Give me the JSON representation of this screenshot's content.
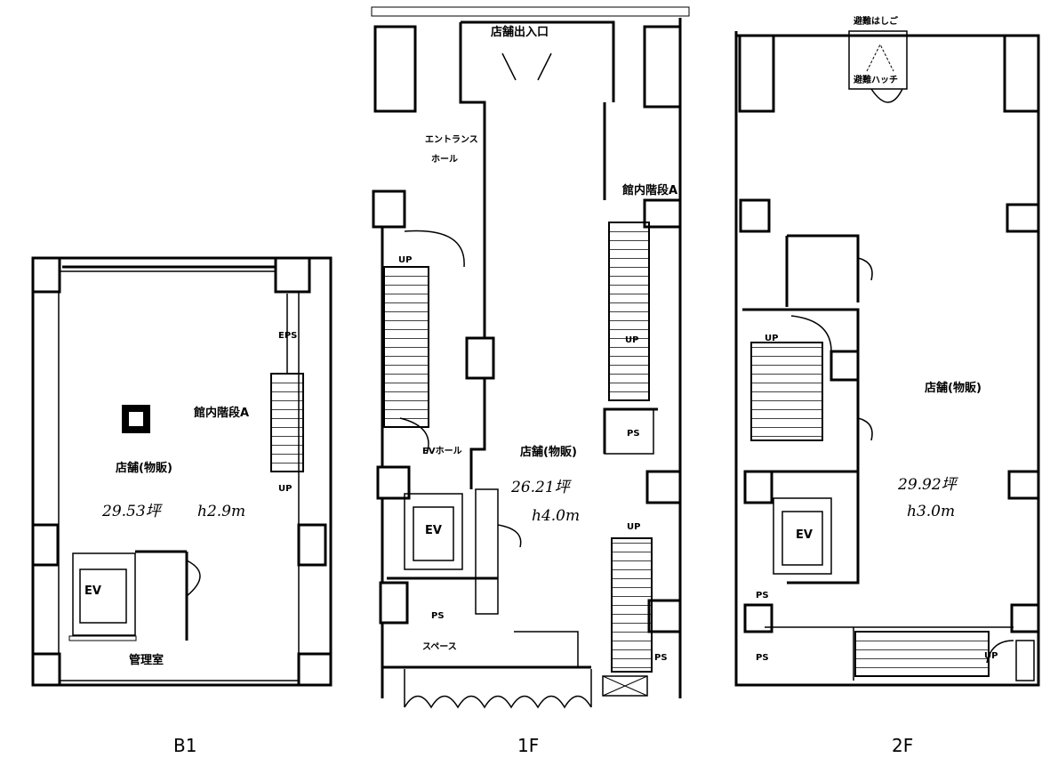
{
  "floors": [
    {
      "name": "B1",
      "labels": {
        "shop": "店舗(物販)",
        "stairs": "館内階段A",
        "area": "29.53坪",
        "height": "h2.9m",
        "ev": "EV",
        "office": "管理室",
        "eps": "EPS",
        "up": "UP"
      }
    },
    {
      "name": "1F",
      "labels": {
        "entrance_door": "店舗出入口",
        "entrance_hall_1": "エントランス",
        "entrance_hall_2": "ホール",
        "stairs": "館内階段A",
        "ev_hall": "EVホール",
        "shop": "店舗(物販)",
        "area": "26.21坪",
        "height": "h4.0m",
        "ev": "EV",
        "ps1": "PS",
        "ps2": "PS",
        "ps3": "PS",
        "space": "スペース",
        "up1": "UP",
        "up2": "UP",
        "up3": "UP"
      }
    },
    {
      "name": "2F",
      "labels": {
        "ladder": "避難はしご",
        "hatch": "避難ハッチ",
        "shop": "店舗(物販)",
        "area": "29.92坪",
        "height": "h3.0m",
        "ev": "EV",
        "ps1": "PS",
        "ps2": "PS",
        "up1": "UP",
        "up2": "UP"
      }
    }
  ]
}
